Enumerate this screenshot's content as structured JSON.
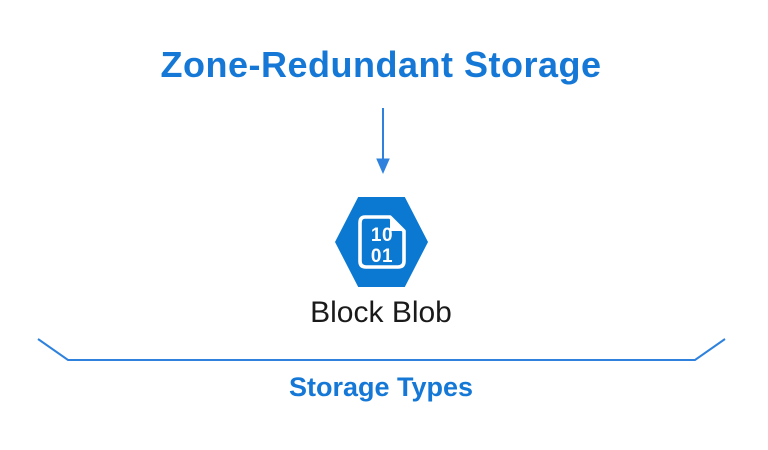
{
  "diagram": {
    "title": "Zone-Redundant Storage",
    "node": {
      "label": "Block Blob",
      "icon": "blob-hexagon-icon",
      "icon_digits_top": "10",
      "icon_digits_bottom": "01"
    },
    "footer": "Storage Types"
  },
  "colors": {
    "accent_blue": "#1578d6",
    "hexagon_blue": "#0b79d2",
    "line_blue": "#2e82de",
    "label_dark": "#1a1a1a",
    "background": "#ffffff"
  }
}
